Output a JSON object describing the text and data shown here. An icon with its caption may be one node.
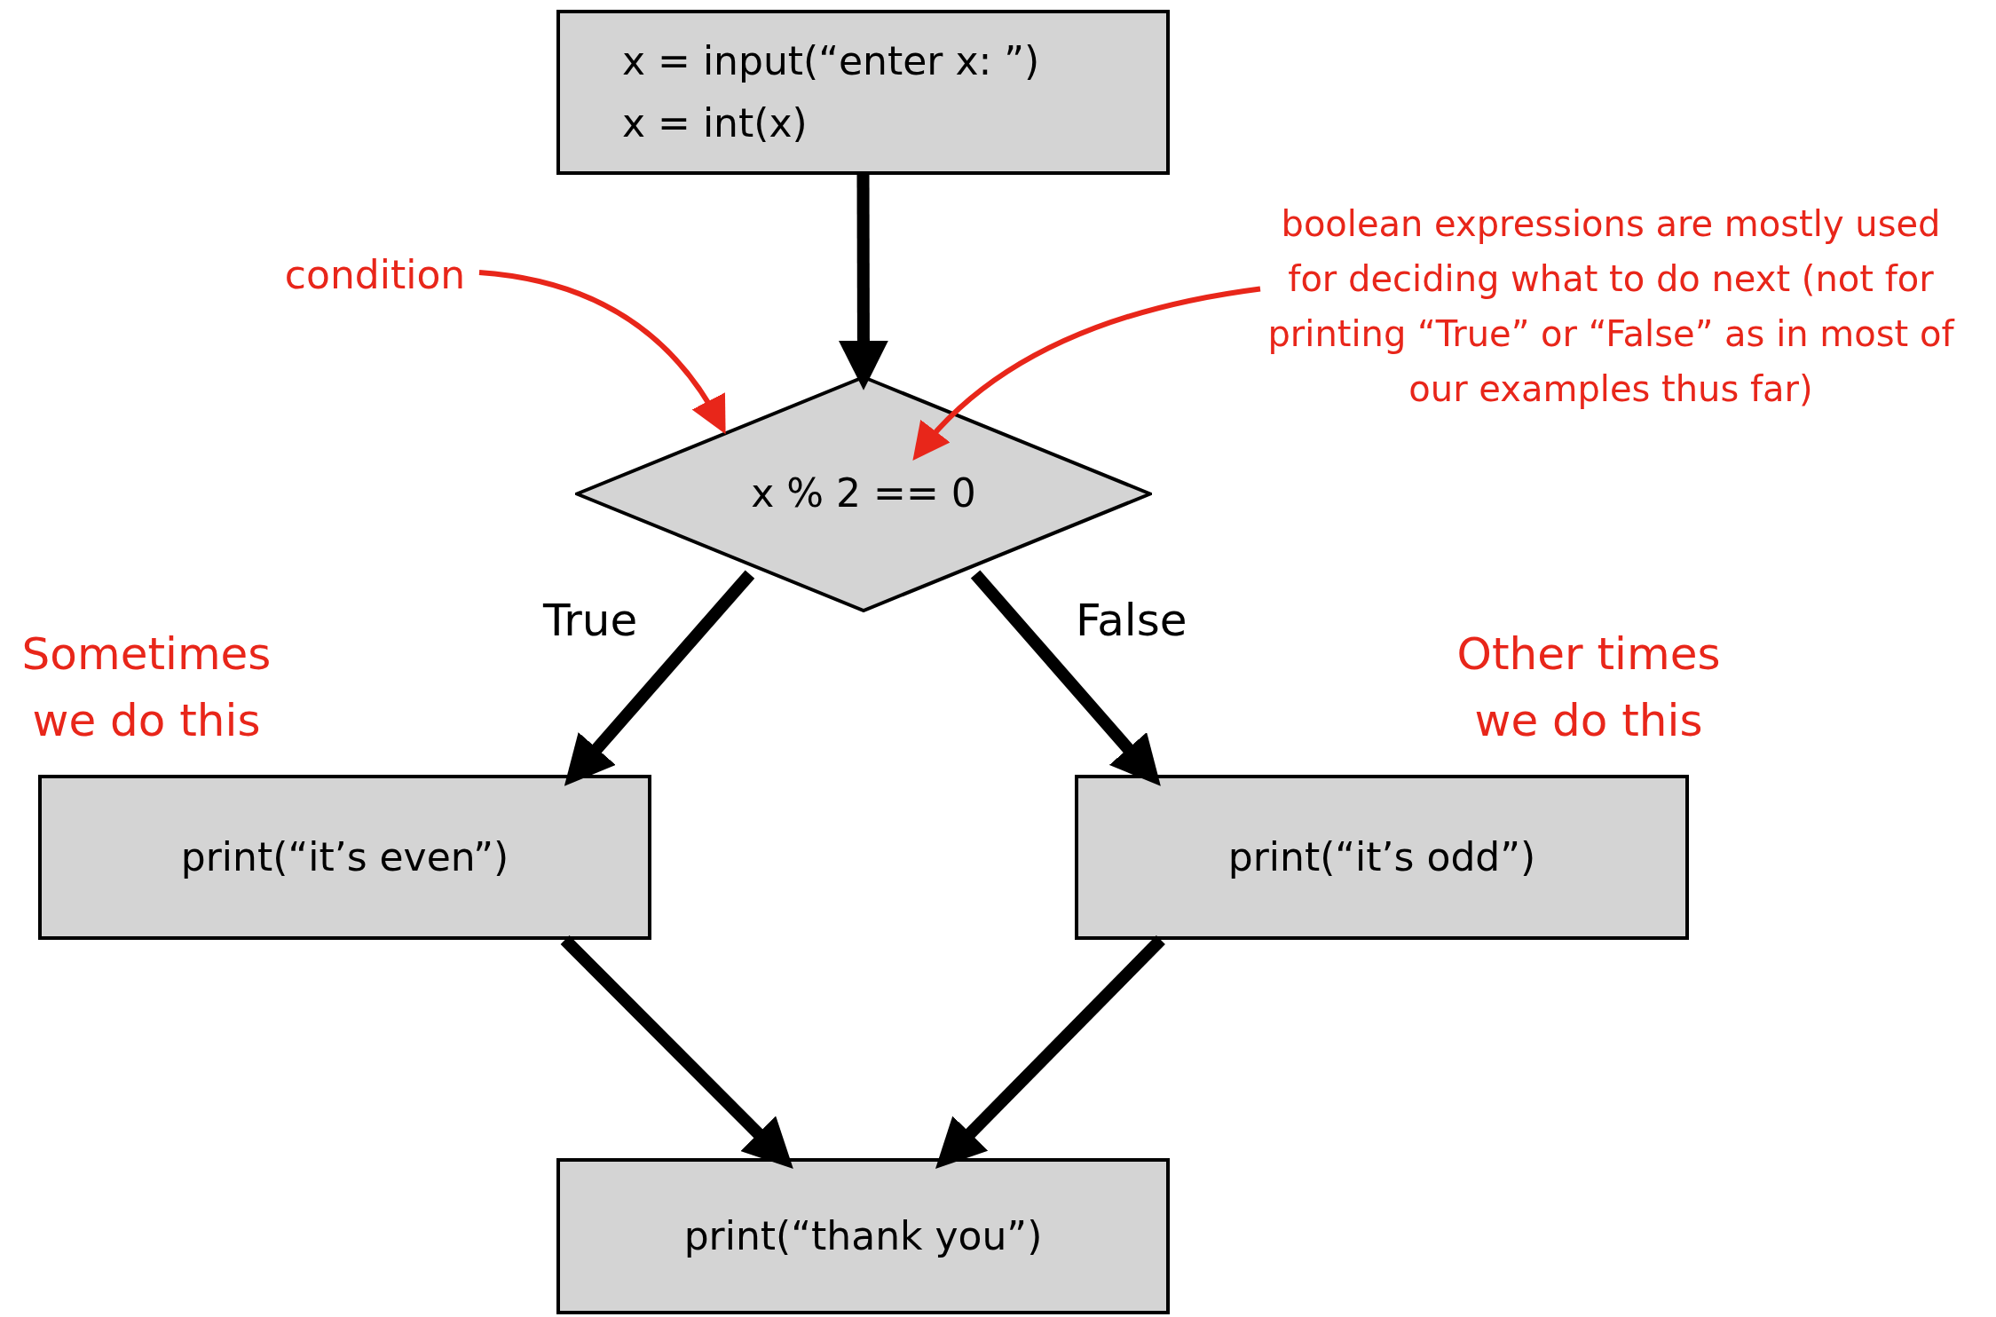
{
  "diagram": {
    "nodes": [
      {
        "text": [
          "x = input(“enter x: ”)",
          "x = int(x)"
        ]
      },
      {
        "text": [
          "x % 2 == 0"
        ]
      },
      {
        "text": [
          "print(“it’s even”)"
        ],
        "beside": [
          "Sometimes we do this"
        ]
      },
      {
        "text": [
          "print(“it’s odd”)"
        ],
        "beside": [
          "Other times we do this"
        ]
      },
      {
        "text": [
          "print(“thank you”)"
        ]
      },
      {
        "text": [
          "condition"
        ]
      },
      {
        "text": [
          "boolean expressions are mostly used for deciding what to do next (not for printing “True” or “False” as in most of our examples thus far)"
        ]
      }
    ],
    "edges": [
      {
        "from": 0,
        "to": 1,
        "arrow": "to"
      },
      {
        "from": 1,
        "to": 2,
        "arrow": "to",
        "label": "True"
      },
      {
        "from": 1,
        "to": 3,
        "arrow": "to",
        "label": "False"
      },
      {
        "from": 2,
        "to": 4,
        "arrow": "to"
      },
      {
        "from": 3,
        "to": 4,
        "arrow": "to"
      },
      {
        "from": 5,
        "to": 1,
        "arrow": "to",
        "color": "#e8261a"
      },
      {
        "from": 6,
        "to": 1,
        "arrow": "to",
        "color": "#e8261a"
      }
    ]
  }
}
